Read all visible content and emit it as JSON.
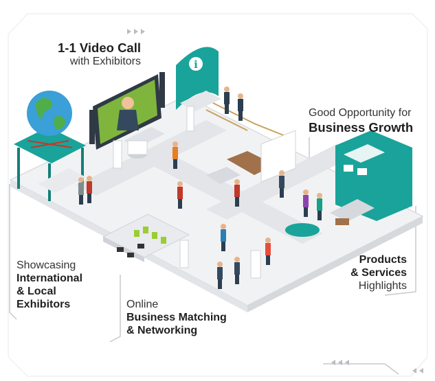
{
  "captions": {
    "video_call": {
      "line1": "1-1 Video Call",
      "line2": "with Exhibitors"
    },
    "growth": {
      "line1": "Good Opportunity for",
      "line2": "Business Growth"
    },
    "showcasing": {
      "line1": "Showcasing",
      "line2": "International",
      "line3": "& Local",
      "line4": "Exhibitors"
    },
    "matching": {
      "line1": "Online",
      "line2": "Business Matching",
      "line3": "& Networking"
    },
    "products": {
      "line1": "Products",
      "line2": "& Services",
      "line3": "Highlights"
    }
  },
  "booth_sign": {
    "text": "i"
  },
  "colors": {
    "floor": "#f1f2f4",
    "floor_edge": "#d9dbdf",
    "walkway": "#e3e5e8",
    "teal": "#1aa39a",
    "teal_dark": "#147f78",
    "green_screen": "#7fb53d",
    "wood": "#a0714a",
    "frame": "#c9ccd1"
  }
}
